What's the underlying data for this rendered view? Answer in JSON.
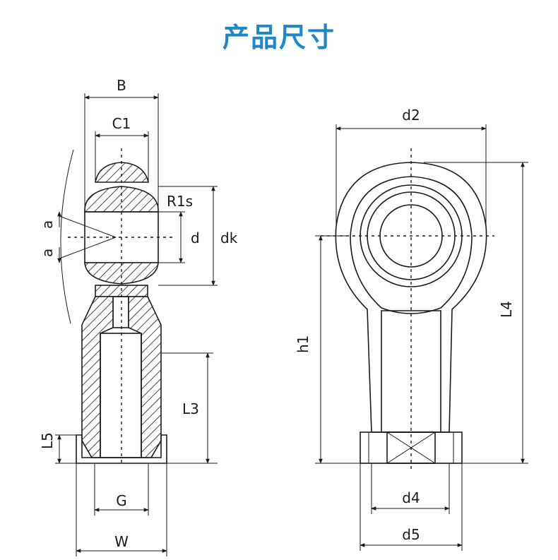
{
  "title": "产品尺寸",
  "side_view_labels": {
    "B": "B",
    "C1": "C1",
    "R1s": "R1s",
    "a_top": "a",
    "a_bottom": "a",
    "d": "d",
    "dk": "dk",
    "L3": "L3",
    "L5": "L5",
    "G": "G",
    "W": "W"
  },
  "front_view_labels": {
    "d2": "d2",
    "L4": "L4",
    "h1": "h1",
    "d4": "d4",
    "d5": "d5"
  }
}
